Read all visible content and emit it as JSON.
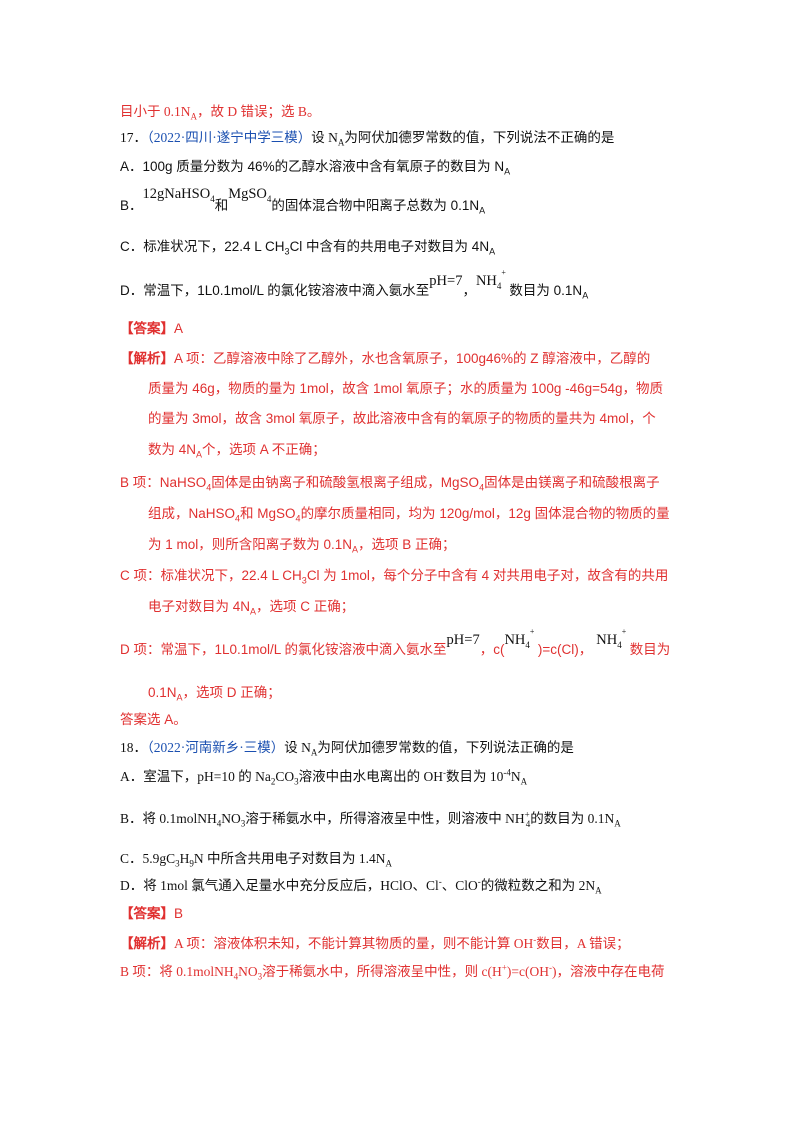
{
  "top_continuation": {
    "text": "目小于 0.1N",
    "sub": "A",
    "rest": "，故 D 错误；选 B。"
  },
  "q17": {
    "number": "17．",
    "source": "（2022·四川·遂宁中学三模）",
    "stem": "设 N",
    "stem_sub": "A",
    "stem_rest": "为阿伏加德罗常数的值，下列说法不正确的是",
    "optA": {
      "label": "A．",
      "text": "100g 质量分数为 46%的乙醇水溶液中含有氧原子的数目为 N",
      "sub": "A"
    },
    "optB": {
      "label": "B．",
      "f1": "12gNaHSO",
      "f1_sub": "4",
      "mid": "和",
      "f2": "MgSO",
      "f2_sub": "4",
      "text": "的固体混合物中阳离子总数为 0.1N",
      "sub": "A"
    },
    "optC": {
      "label": "C．",
      "text": "标准状况下，22.4 L CH",
      "sub1": "3",
      "text2": "Cl 中含有的共用电子对数目为 4N",
      "sub": "A"
    },
    "optD": {
      "label": "D．",
      "text": "常温下，1L0.1mol/L 的氯化铵溶液中滴入氨水至",
      "ph": "pH=7",
      "comma": "，",
      "nh": "NH",
      "nh_sub": "4",
      "nh_sup": "+",
      "text2": "数目为 0.1N",
      "sub": "A"
    },
    "answer_label": "【答案】",
    "answer": "A",
    "analysis_label": "【解析】",
    "analysis_A": [
      "A 项：乙醇溶液中除了乙醇外，水也含氧原子，100g46%的 Z 醇溶液中，乙醇的",
      "质量为 46g，物质的量为 1mol，故含 1mol 氧原子；水的质量为 100g -46g=54g，物质",
      "的量为 3mol，故含 3mol 氧原子，故此溶液中含有的氧原子的物质的量共为 4mol，个",
      "数为 4N"
    ],
    "analysis_A_sub": "A",
    "analysis_A_end": "个，选项 A 不正确；",
    "analysis_B": {
      "l1a": "B 项：NaHSO",
      "l1a_sub": "4",
      "l1b": "固体是由钠离子和硫酸氢根离子组成，MgSO",
      "l1b_sub": "4",
      "l1c": "固体是由镁离子和硫酸根离子",
      "l2a": "组成，NaHSO",
      "l2a_sub": "4",
      "l2b": "和 MgSO",
      "l2b_sub": "4",
      "l2c": "的摩尔质量相同，均为 120g/mol，12g 固体混合物的物质的量",
      "l3a": "为 1 mol，则所含阳离子数为 0.1N",
      "l3_sub": "A",
      "l3b": "，选项 B 正确；"
    },
    "analysis_C": {
      "l1a": "C 项：标准状况下，22.4 L CH",
      "l1_sub": "3",
      "l1b": "Cl 为 1mol，每个分子中含有 4 对共用电子对，故含有的共用",
      "l2a": "电子对数目为 4N",
      "l2_sub": "A",
      "l2b": "，选项 C 正确；"
    },
    "analysis_D": {
      "l1a": "D 项：常温下，1L0.1mol/L 的氯化铵溶液中滴入氨水至",
      "ph": "pH=7",
      "l1b": "，c(",
      "nh": "NH",
      "nh_sub": "4",
      "nh_sup": "+",
      "l1c": ")=c(Cl)，",
      "l1d": "数目为",
      "l2a": "0.1N",
      "l2_sub": "A",
      "l2b": "，选项 D 正确；"
    },
    "final": "答案选 A。"
  },
  "q18": {
    "number": "18．",
    "source": "（2022·河南新乡·三模）",
    "stem": "设 N",
    "stem_sub": "A",
    "stem_rest": "为阿伏加德罗常数的值，下列说法正确的是",
    "optA": {
      "label": "A．",
      "text": "室温下，pH=10 的 Na",
      "s1": "2",
      "t2": "CO",
      "s2": "3",
      "t3": "溶液中由水电离出的 OH",
      "sup": "-",
      "t4": "数目为 10",
      "sup2": "-4",
      "t5": "N",
      "sub": "A"
    },
    "optB": {
      "label": "B．",
      "text": "将 0.1molNH",
      "s1": "4",
      "t2": "NO",
      "s2": "3",
      "t3": "溶于稀氨水中，所得溶液呈中性，则溶液中 NH",
      "sup": "+",
      "s3": "4",
      "t4": "的数目为 0.1N",
      "sub": "A"
    },
    "optC": {
      "label": "C．",
      "text": "5.9gC",
      "s1": "3",
      "t2": "H",
      "s2": "9",
      "t3": "N 中所含共用电子对数目为 1.4N",
      "sub": "A"
    },
    "optD": {
      "label": "D．",
      "text": "将 1mol 氯气通入足量水中充分反应后，HClO、Cl",
      "sup1": "-",
      "t2": "、ClO",
      "sup2": "-",
      "t3": "的微粒数之和为 2N",
      "sub": "A"
    },
    "answer_label": "【答案】",
    "answer": "B",
    "analysis_label": "【解析】",
    "analysis_A": {
      "text": "A 项：溶液体积未知，不能计算其物质的量，则不能计算 OH",
      "sup": "-",
      "rest": "数目，A 错误；"
    },
    "analysis_B": {
      "text": "B 项：将 0.1molNH",
      "s1": "4",
      "t2": "NO",
      "s2": "3",
      "t3": "溶于稀氨水中，所得溶液呈中性，则 c(H",
      "sup1": "+",
      "t4": ")=c(OH",
      "sup2": "-",
      "t5": ")，溶液中存在电荷"
    }
  }
}
